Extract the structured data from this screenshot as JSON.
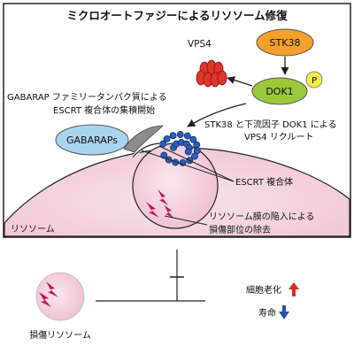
{
  "title": "ミクロオートファジーによるリソソーム修復",
  "nodes": {
    "vps4": "VPS4",
    "stk38": "STK38",
    "dok1": "DOK1",
    "phospho": "P",
    "gabaraps": "GABARAPs"
  },
  "labels": {
    "gabarap_line1": "GABARAP ファミリータンパク質による",
    "gabarap_line2": "ESCRT 複合体の集積開始",
    "stk_line1": "STK38 と下流因子 DOK1 による",
    "stk_line2": "VPS4 リクルート",
    "escrt": "ESCRT 複合体",
    "invag_line1": "リソソーム膜の陥入による",
    "invag_line2": "損傷部位の除去",
    "lysosome": "リソソーム",
    "damaged_lysosome": "損傷リソソーム",
    "senescence": "細胞老化",
    "lifespan": "寿命"
  },
  "colors": {
    "lysosome_fill": "#f3d7e0",
    "frame_stroke": "#222222",
    "stk38": "#f3a12b",
    "dok1": "#9cc83c",
    "phospho": "#f6ec4a",
    "gabaraps": "#a8d4ef",
    "vps4": "#e0342a",
    "escrt_beads": "#2b5eb8",
    "damage_mark": "#c0145a",
    "up_arrow": "#e0281f",
    "down_arrow": "#2a4fa8"
  }
}
